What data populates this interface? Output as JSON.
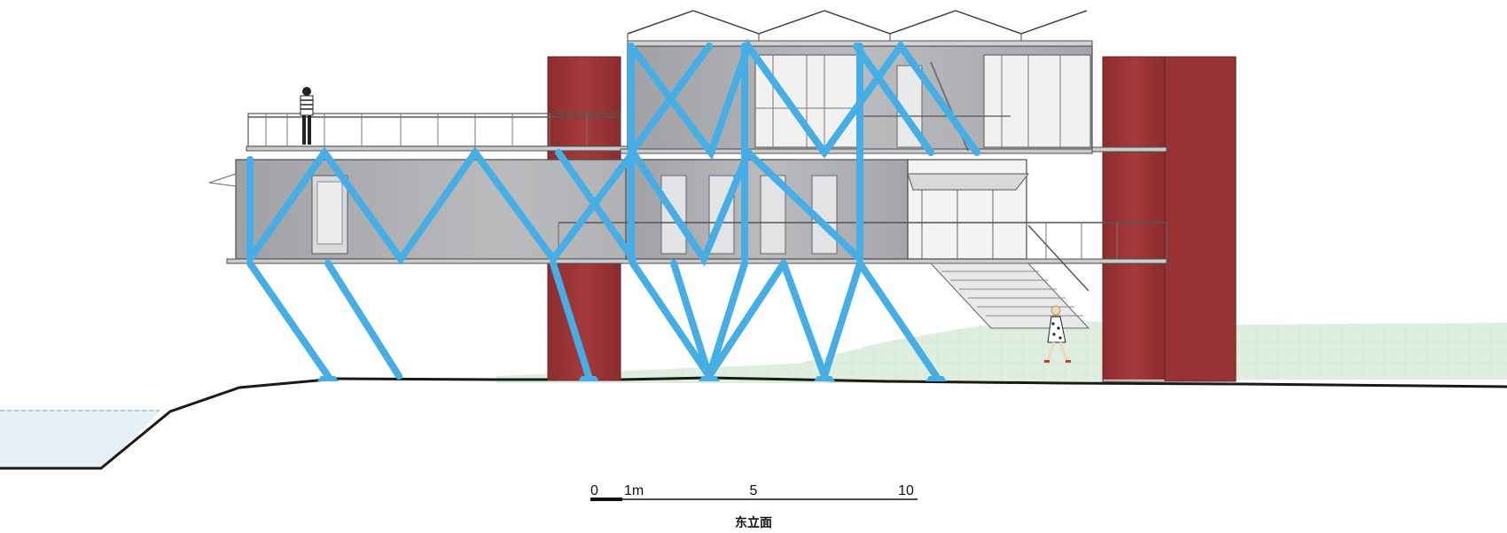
{
  "drawing": {
    "title": "东立面",
    "scale_bar": {
      "labels": [
        "0",
        "1m",
        "5",
        "10"
      ]
    }
  },
  "colors": {
    "water": "#e5f0f6",
    "grass": "#deeedf",
    "red_tower": "#9a3435",
    "blue_brace": "#46aee6",
    "box_fill": "#a7a9ac",
    "frame_line": "#4a4c50"
  }
}
